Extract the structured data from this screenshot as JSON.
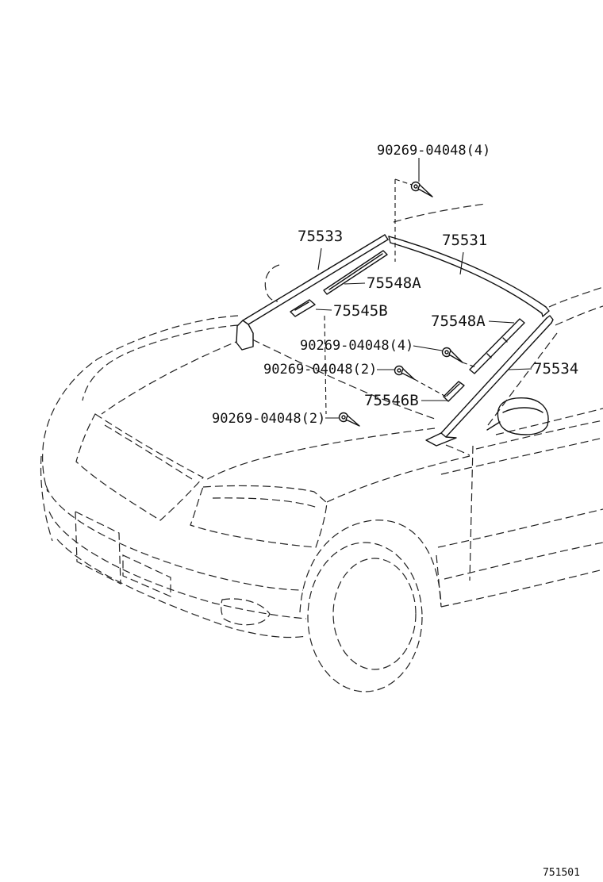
{
  "labels": {
    "clip_top": "90269-04048(4)",
    "molding_left": "75533",
    "molding_top": "75531",
    "strip_left": "75548A",
    "piece_left": "75545B",
    "strip_right": "75548A",
    "clip_middle": "90269-04048(4)",
    "molding_right": "75534",
    "clip_upper_left": "90269-04048(2)",
    "piece_right": "75546B",
    "clip_lower": "90269-04048(2)"
  },
  "figure_code": "751501"
}
